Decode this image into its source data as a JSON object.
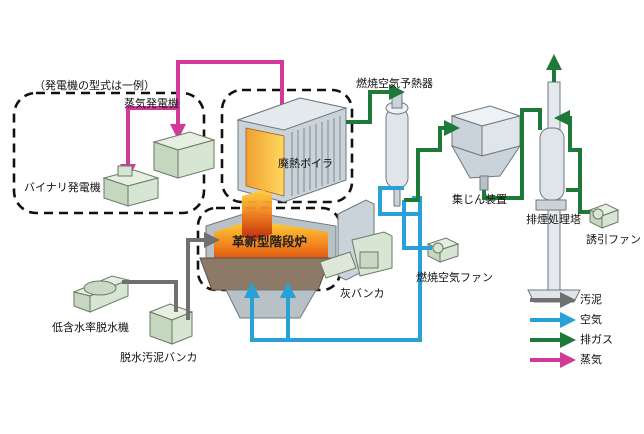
{
  "labels": {
    "generator_note": "（発電機の型式は一例）",
    "steam_generator": "蒸気発電機",
    "binary_generator": "バイナリ発電機",
    "waste_heat_boiler": "廃熱ボイラ",
    "combustor": "革新型階段炉",
    "air_preheater": "燃焼空気予熱器",
    "dust_collector": "集じん装置",
    "flue_gas_tower": "排煙処理塔",
    "induced_fan": "誘引ファン",
    "combustion_air_fan": "燃焼空気ファン",
    "ash_bunker": "灰バンカ",
    "low_moisture_dehydrator": "低含水率脱水機",
    "dewatered_sludge_bunker": "脱水汚泥バンカ"
  },
  "legend": [
    {
      "label": "汚泥",
      "color": "#707070"
    },
    {
      "label": "空気",
      "color": "#2aa0d8"
    },
    {
      "label": "排ガス",
      "color": "#1f7a3a"
    },
    {
      "label": "蒸気",
      "color": "#d23a9a"
    }
  ],
  "colors": {
    "sludge": "#707070",
    "air": "#2aa0d8",
    "exhaust": "#1f7a3a",
    "steam": "#d23a9a",
    "equipment_fill": "#d7e6d2",
    "equipment_stroke": "#6a7a66",
    "fire": "#e8601c"
  }
}
